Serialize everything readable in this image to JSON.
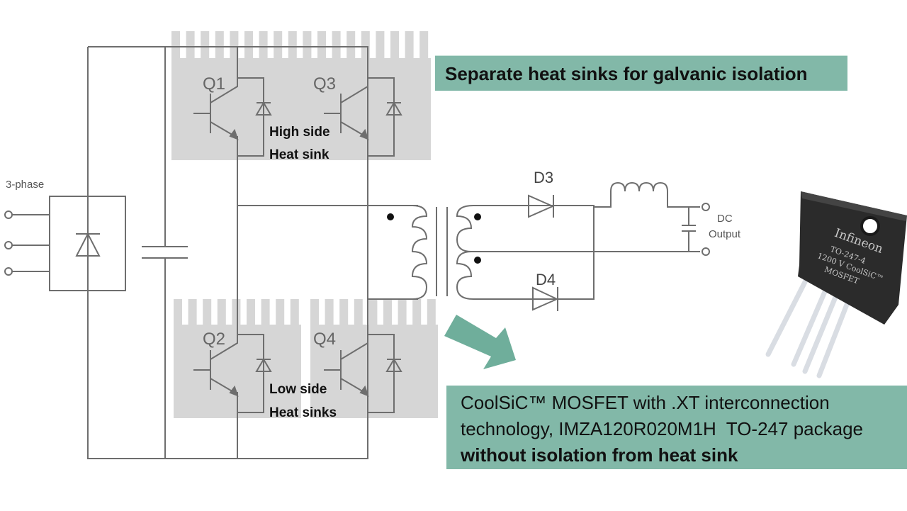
{
  "diagram": {
    "title_banner": "Separate heat sinks for galvanic isolation",
    "input_label": "3-phase",
    "switches": [
      "Q1",
      "Q2",
      "Q3",
      "Q4"
    ],
    "diodes": [
      "D3",
      "D4"
    ],
    "high_side_label_line1": "High side",
    "high_side_label_line2": "Heat sink",
    "low_side_label_line1": "Low side",
    "low_side_label_line2": "Heat sinks",
    "output_label_line1": "DC",
    "output_label_line2": "Output"
  },
  "product": {
    "brand": "Infineon",
    "package_line1": "TO-247-4",
    "package_line2": "1200 V CoolSiC™",
    "package_line3": "MOSFET"
  },
  "callout": {
    "line1": "CoolSiC™ MOSFET with .XT interconnection",
    "line2": "technology, IMZA120R020M1H  TO-247 package",
    "line3": "without isolation from heat sink"
  },
  "colors": {
    "accent_green": "#82b8a8",
    "heatsink_gray": "#d6d6d6",
    "wire": "#6e6e6e"
  }
}
